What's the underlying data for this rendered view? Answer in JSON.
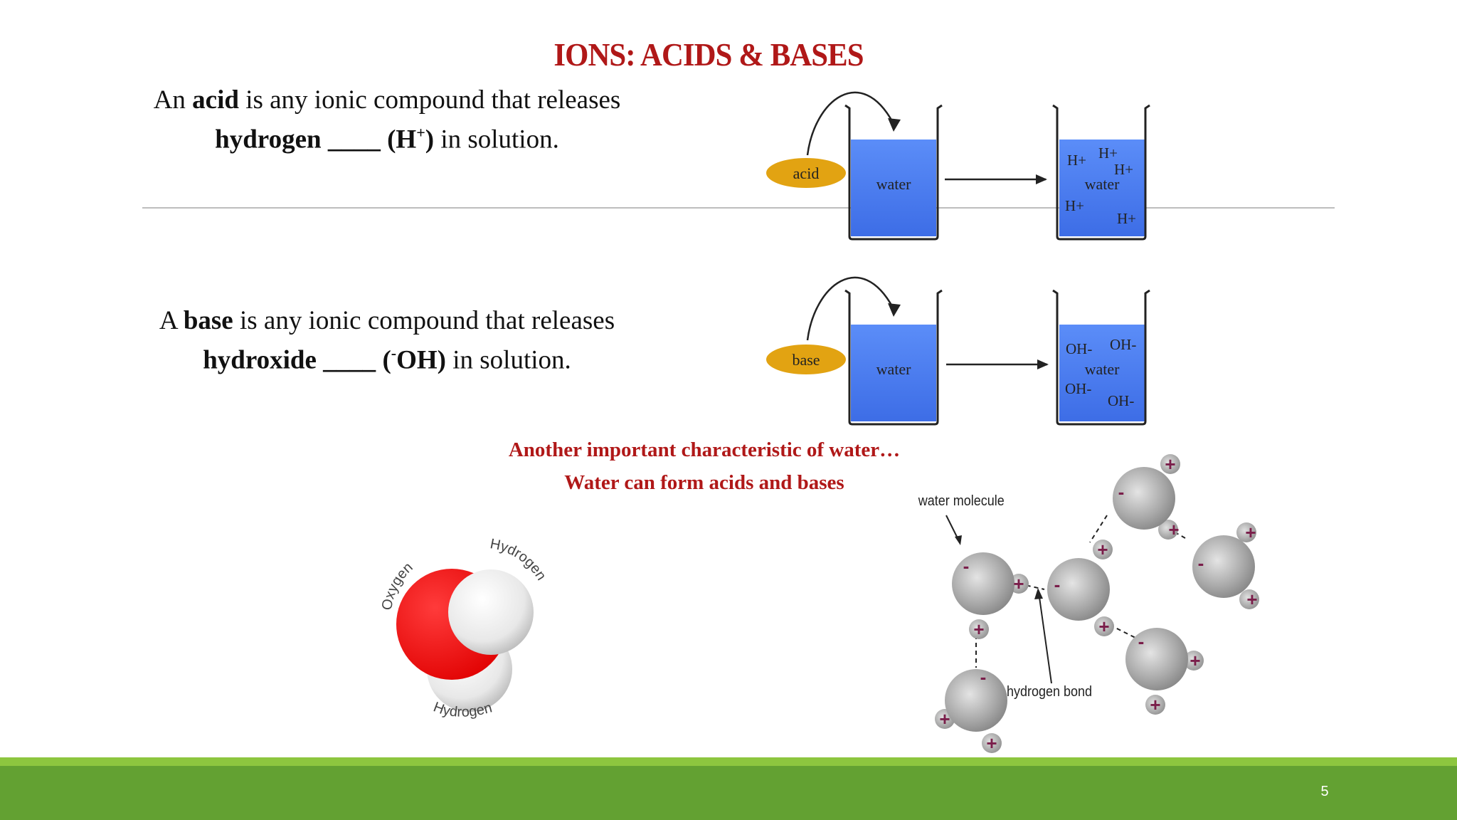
{
  "slide": {
    "title": "IONS: ACIDS & BASES",
    "page_number": "5"
  },
  "acid_definition": {
    "pre": "An ",
    "term": "acid",
    "mid": " is any ionic compound that releases",
    "line2_term": "hydrogen ____ ",
    "ion_open": " (H",
    "ion_sup": "+",
    "ion_close": ")",
    "post": "  in solution."
  },
  "base_definition": {
    "pre": "A ",
    "term": "base",
    "mid": " is any ionic compound that releases",
    "line2_term": "hydroxide ____ ",
    "ion_open": "(",
    "ion_sup": "-",
    "ion_close": "OH)",
    "post": " in solution."
  },
  "callouts": {
    "line1": "Another important characteristic of water…",
    "line2": "Water can form acids and bases"
  },
  "acid_diagram": {
    "reagent": "acid",
    "beaker1": "water",
    "beaker2": "water",
    "ion": "H+"
  },
  "base_diagram": {
    "reagent": "base",
    "beaker1": "water",
    "beaker2": "water",
    "ion": "OH-"
  },
  "molecule_labels": {
    "oxygen": "Oxygen",
    "hydrogen_top": "Hydrogen",
    "hydrogen_bottom": "Hydrogen"
  },
  "hbond_labels": {
    "water_molecule": "water molecule",
    "hydrogen_bond": "hydrogen bond",
    "plus": "+",
    "minus": "-"
  },
  "colors": {
    "title_red": "#b01818",
    "water_blue": "#4d7ff2",
    "reagent_gold": "#e2a312",
    "footer_green": "#63a132",
    "footer_light": "#8dc63f",
    "oxygen_red": "#ee1111"
  }
}
